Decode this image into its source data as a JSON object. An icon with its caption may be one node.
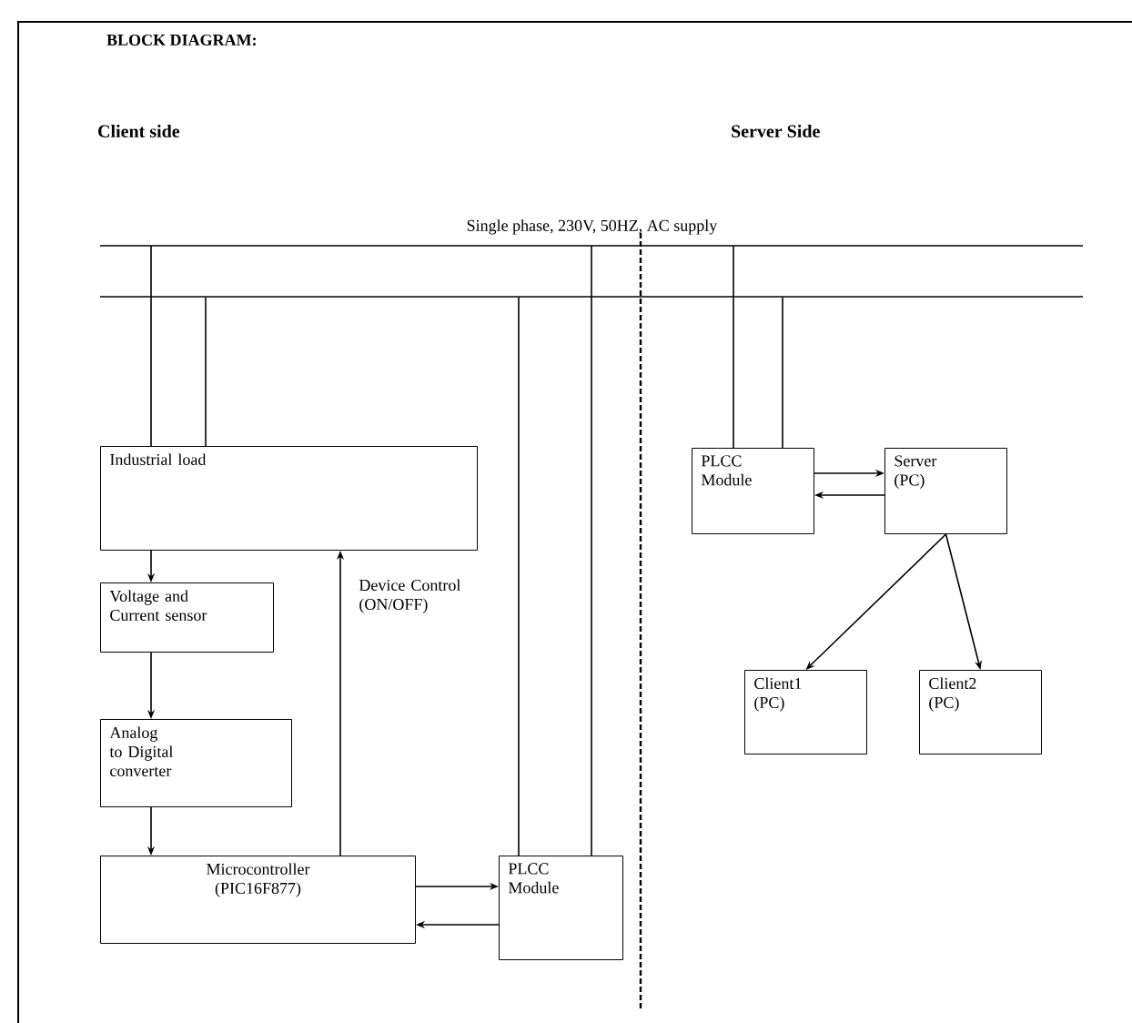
{
  "diagram": {
    "title": "BLOCK DIAGRAM:",
    "nodes": [
      {
        "text": [
          "Industrial load"
        ]
      },
      {
        "text": [
          "Voltage and Current sensor"
        ]
      },
      {
        "text": [
          "Analog to Digital converter"
        ]
      },
      {
        "text": [
          "Microcontroller (PIC16F877)"
        ]
      },
      {
        "text": [
          "PLCC Module"
        ]
      },
      {
        "text": [
          "PLCC Module"
        ]
      },
      {
        "text": [
          "Server (PC)"
        ]
      },
      {
        "text": [
          "Client1 (PC)"
        ]
      },
      {
        "text": [
          "Client2 (PC)"
        ]
      },
      {
        "text": [
          "Single phase, 230V, 50HZ, AC supply"
        ]
      }
    ],
    "edges": [
      {
        "from": 9,
        "to": 0,
        "arrow": "none"
      },
      {
        "from": 9,
        "to": 0,
        "arrow": "none"
      },
      {
        "from": 9,
        "to": 4,
        "arrow": "none"
      },
      {
        "from": 9,
        "to": 4,
        "arrow": "none"
      },
      {
        "from": 9,
        "to": 5,
        "arrow": "none"
      },
      {
        "from": 9,
        "to": 5,
        "arrow": "none"
      },
      {
        "from": 0,
        "to": 1,
        "arrow": "to"
      },
      {
        "from": 1,
        "to": 2,
        "arrow": "to"
      },
      {
        "from": 2,
        "to": 3,
        "arrow": "to"
      },
      {
        "from": 3,
        "to": 0,
        "arrow": "to",
        "label": "Device Control (ON/OFF)"
      },
      {
        "from": 3,
        "to": 4,
        "arrow": "to"
      },
      {
        "from": 4,
        "to": 3,
        "arrow": "to"
      },
      {
        "from": 5,
        "to": 6,
        "arrow": "to"
      },
      {
        "from": 6,
        "to": 5,
        "arrow": "to"
      },
      {
        "from": 6,
        "to": 7,
        "arrow": "to"
      },
      {
        "from": 6,
        "to": 8,
        "arrow": "to"
      }
    ],
    "labels": [
      "Client side",
      "Server Side"
    ]
  }
}
